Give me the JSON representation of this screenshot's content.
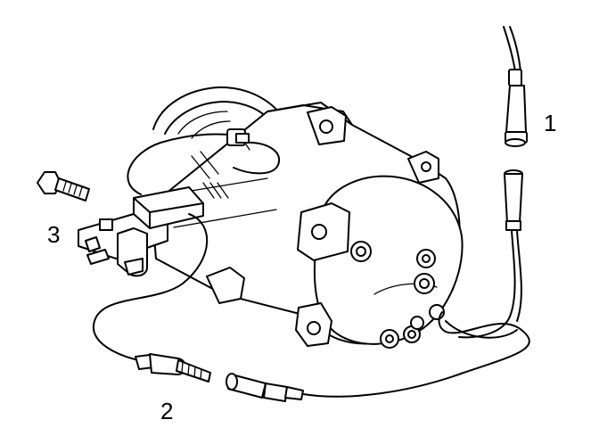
{
  "callouts": {
    "one": "1",
    "two": "2",
    "three": "3"
  }
}
